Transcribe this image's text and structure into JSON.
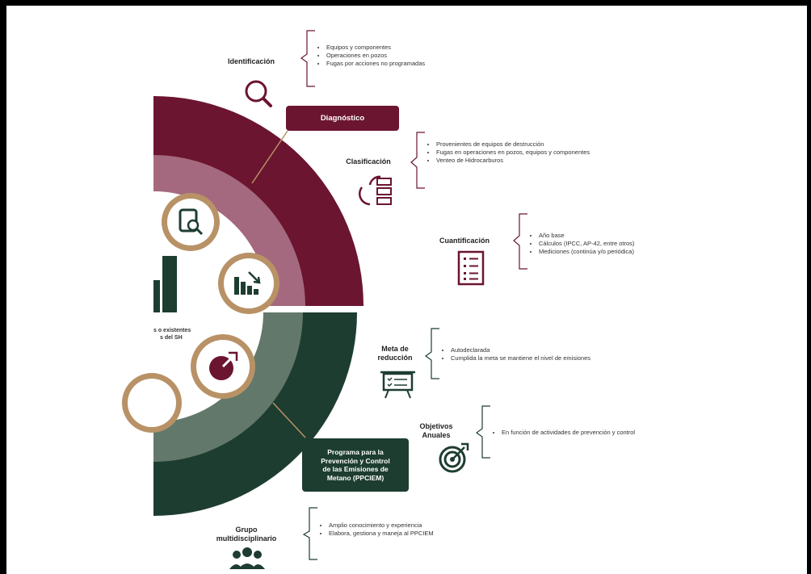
{
  "stages": {
    "diagnostico": "Diagnóstico",
    "programa_lines": [
      "Programa para la",
      "Prevención y Control",
      "de las Emisiones de",
      "Metano (PPCIEM)"
    ]
  },
  "partial_text": [
    "s o existentes",
    "s del SH"
  ],
  "items": [
    {
      "id": "identificacion",
      "label_lines": [
        "Identificación"
      ],
      "icon": "magnifier-icon",
      "bullets": [
        "Equipos y componentes",
        "Operaciones en pozos",
        "Fugas por acciones no programadas"
      ]
    },
    {
      "id": "clasificacion",
      "label_lines": [
        "Clasificación"
      ],
      "icon": "classification-icon",
      "bullets": [
        "Provenientes de equipos de destrucción",
        "Fugas en operaciones en pozos, equipos y componentes",
        "Venteo de Hidrocarburos"
      ]
    },
    {
      "id": "cuantificacion",
      "label_lines": [
        "Cuantificación"
      ],
      "icon": "checklist-icon",
      "bullets": [
        "Año base",
        "Cálculos (IPCC, AP-42, entre otros)",
        "Mediciones (continúa y/o periódica)"
      ]
    },
    {
      "id": "meta",
      "label_lines": [
        "Meta de",
        "reducción"
      ],
      "icon": "board-icon",
      "bullets": [
        "Autodeclarada",
        "Cumplida la meta se mantiene el nivel de emisiones"
      ]
    },
    {
      "id": "objetivos",
      "label_lines": [
        "Objetivos",
        "Anuales"
      ],
      "icon": "target-icon",
      "bullets": [
        "En función de actividades de prevención y control"
      ]
    },
    {
      "id": "grupo",
      "label_lines": [
        "Grupo",
        "multidisciplinario"
      ],
      "icon": "people-icon",
      "bullets": [
        "Amplio conocimiento y experiencia",
        "Elabora, gestiona y maneja al PPCIEM"
      ]
    }
  ],
  "colors": {
    "maroon": "#6b1530",
    "maroon_light": "#a4697e",
    "green": "#1d3d30",
    "green_light": "#62786b",
    "gold": "#b89266"
  }
}
